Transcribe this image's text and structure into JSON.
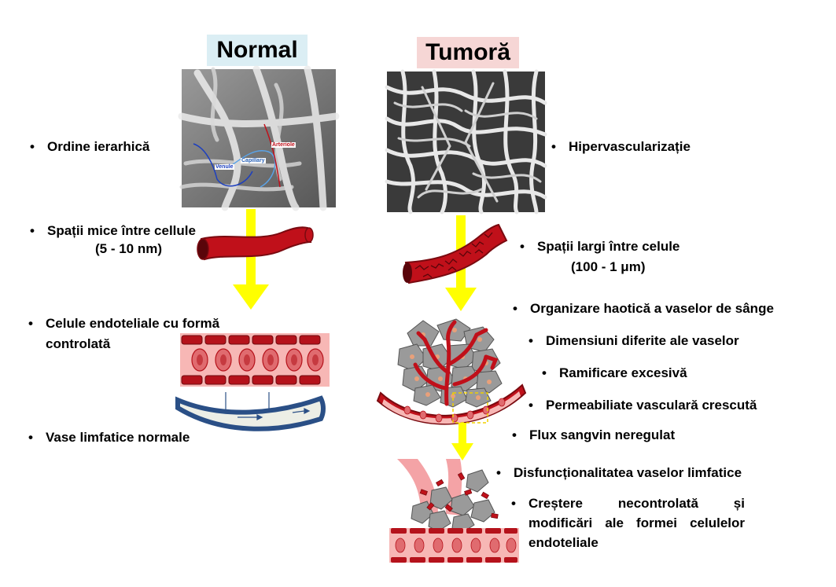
{
  "headers": {
    "normal": "Normal",
    "tumor": "Tumoră"
  },
  "normal": {
    "micro_labels": {
      "arteriole": "Arteriole",
      "capillary": "Capillary",
      "venule": "Venule"
    },
    "labels": {
      "hierarchy": "Ordine ierarhică",
      "small_spaces_1": "Spații mice între cellule",
      "small_spaces_2": "(5 - 10 nm)",
      "endothelial_1": "Celule endoteliale cu formă",
      "endothelial_2": "controlată",
      "lymphatic": "Vase limfatice normale"
    }
  },
  "tumor": {
    "labels": {
      "hypervascular": "Hipervascularizație",
      "wide_spaces_1": "Spații largi între celule",
      "wide_spaces_2": "(100 - 1 μm)",
      "chaotic": "Organizare haotică a vaselor de sânge",
      "sizes": "Dimensiuni diferite ale vaselor",
      "branching": "Ramificare excesivă",
      "permeability": "Permeabiliate vasculară crescută",
      "flow": "Flux sangvin neregulat",
      "lymph_dysfunction": "Disfuncționalitatea vaselor limfatice",
      "growth": "Creștere necontrolată și modificări ale formei celulelor endoteliale"
    }
  },
  "colors": {
    "arrow": "#ffff00",
    "vessel": "#c0101a",
    "vessel_dark": "#7a0a10",
    "lumen": "#f7b7b5",
    "lymph": "#eceee6",
    "lymph_border": "#2a4f86",
    "header_normal": "#dbeef4",
    "header_tumor": "#f6d6d5"
  },
  "icons": [
    "sem-micrograph-normal",
    "sem-micrograph-tumor",
    "blood-vessel",
    "arrow-down"
  ]
}
